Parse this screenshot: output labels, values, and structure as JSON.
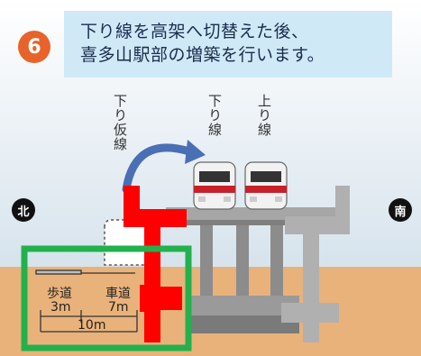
{
  "step": {
    "number": "6"
  },
  "caption": {
    "line1": "下り線を高架へ切替えた後、",
    "line2": "喜多山駅部の増築を行います。"
  },
  "track_labels": {
    "temporary_down": "下り仮線",
    "down": "下り線",
    "up": "上り線"
  },
  "directions": {
    "north": "北",
    "south": "南"
  },
  "road": {
    "sidewalk_label": "歩道",
    "sidewalk_width": "3m",
    "roadway_label": "車道",
    "roadway_width": "7m",
    "total_width": "10m"
  },
  "colors": {
    "sky": "#dfe8ef",
    "ground": "#e9b27a",
    "accent_orange": "#e8632a",
    "caption_bg": "#cfe9f7",
    "highlight_green": "#22b14c",
    "highlight_red": "#ff0000",
    "highlight_gray": "#b0b0b0",
    "arrow_blue": "#4a6fb5",
    "train_red": "#c8202a"
  }
}
